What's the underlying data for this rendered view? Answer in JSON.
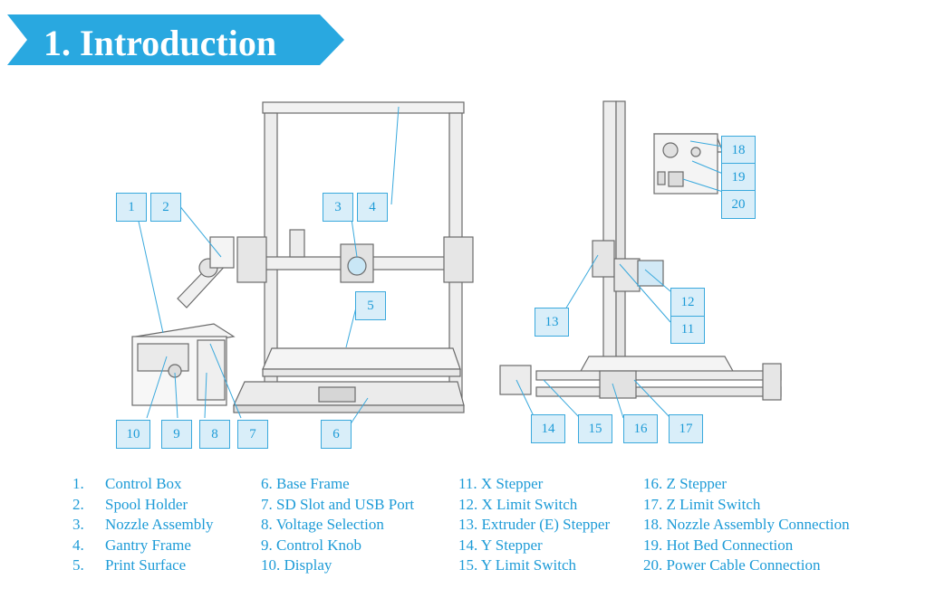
{
  "header": {
    "title": "1. Introduction"
  },
  "callouts": {
    "c1": "1",
    "c2": "2",
    "c3": "3",
    "c4": "4",
    "c5": "5",
    "c6": "6",
    "c7": "7",
    "c8": "8",
    "c9": "9",
    "c10": "10",
    "c11": "11",
    "c12": "12",
    "c13": "13",
    "c14": "14",
    "c15": "15",
    "c16": "16",
    "c17": "17",
    "c18": "18",
    "c19": "19",
    "c20": "20"
  },
  "legend": {
    "col1": [
      {
        "num": "1.",
        "label": "Control Box"
      },
      {
        "num": "2.",
        "label": "Spool Holder"
      },
      {
        "num": "3.",
        "label": "Nozzle Assembly"
      },
      {
        "num": "4.",
        "label": "Gantry Frame"
      },
      {
        "num": "5.",
        "label": "Print Surface"
      }
    ],
    "col2": [
      "6. Base Frame",
      "7. SD Slot and USB Port",
      "8. Voltage Selection",
      "9. Control Knob",
      "10. Display"
    ],
    "col3": [
      "11. X Stepper",
      "12. X Limit Switch",
      "13. Extruder (E) Stepper",
      "14. Y Stepper",
      "15. Y Limit Switch"
    ],
    "col4": [
      "16. Z Stepper",
      "17. Z Limit Switch",
      "18. Nozzle Assembly Connection",
      "19. Hot Bed Connection",
      "20. Power Cable Connection"
    ]
  },
  "colors": {
    "accent": "#1d9bd7",
    "banner": "#29a8e0",
    "callout_fill": "#d9eef9"
  }
}
